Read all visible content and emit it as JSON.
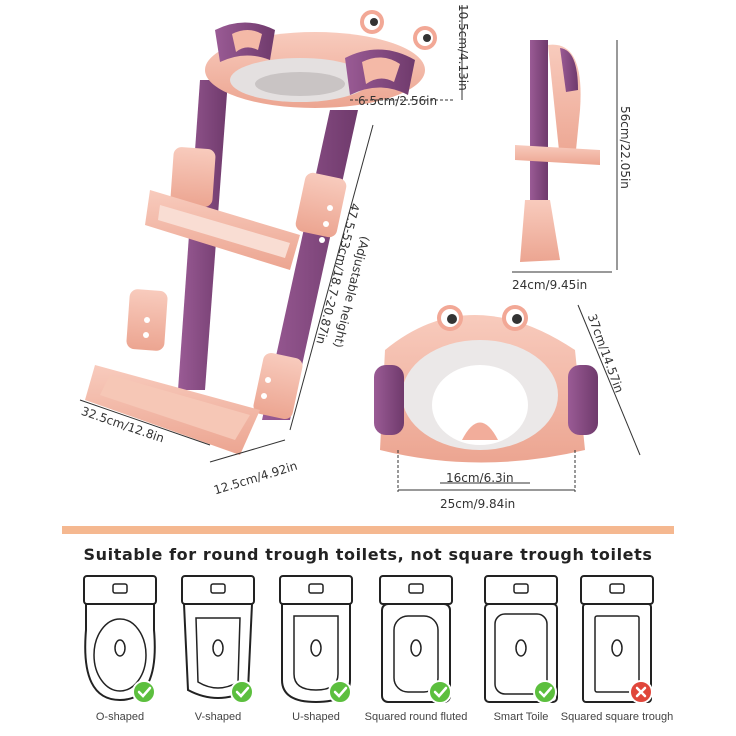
{
  "dimensions": {
    "seat_height": "10.5cm/4.13in",
    "seat_depth": "6.5cm/2.56in",
    "ladder_height": "47.5-53cm/18.7-20.87in",
    "adjustable": "(Adjustable height)",
    "step_depth": "32.5cm/12.8in",
    "step_width": "12.5cm/4.92in",
    "side_height": "56cm/22.05in",
    "side_base": "24cm/9.45in",
    "seat_length": "37cm/14.57in",
    "seat_inner": "16cm/6.3in",
    "seat_outer": "25cm/9.84in"
  },
  "headline": "Suitable for round trough toilets, not square trough toilets",
  "toilets": [
    {
      "label": "O-shaped",
      "status": "ok"
    },
    {
      "label": "V-shaped",
      "status": "ok"
    },
    {
      "label": "U-shaped",
      "status": "ok"
    },
    {
      "label": "Squared round fluted",
      "status": "ok"
    },
    {
      "label": "Smart Toile",
      "status": "ok"
    },
    {
      "label": "Squared square trough",
      "status": "no"
    }
  ],
  "colors": {
    "pink": "#f4b9a7",
    "pink_dark": "#e79a86",
    "purple": "#8a4d86",
    "grey_seat": "#e9e6e6",
    "check": "#5cbf3e",
    "cross": "#e0463b",
    "divider": "#f5b890"
  }
}
